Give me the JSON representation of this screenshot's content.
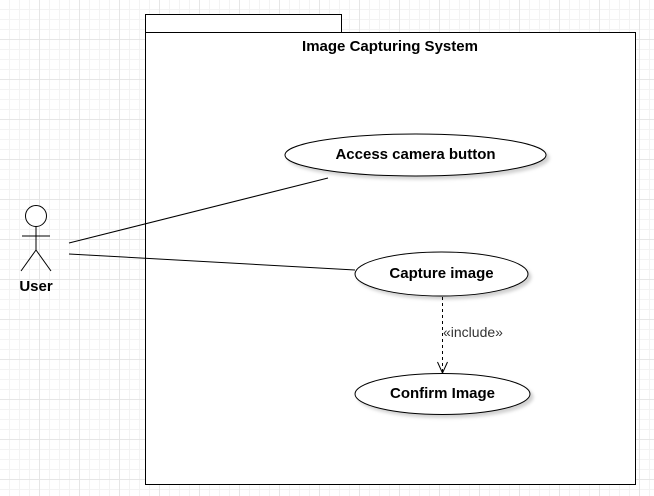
{
  "system": {
    "title": "Image Capturing System"
  },
  "actor": {
    "label": "User"
  },
  "use_cases": {
    "access": "Access camera button",
    "capture": "Capture image",
    "confirm": "Confirm Image"
  },
  "relations": {
    "include_label": "«include»"
  }
}
